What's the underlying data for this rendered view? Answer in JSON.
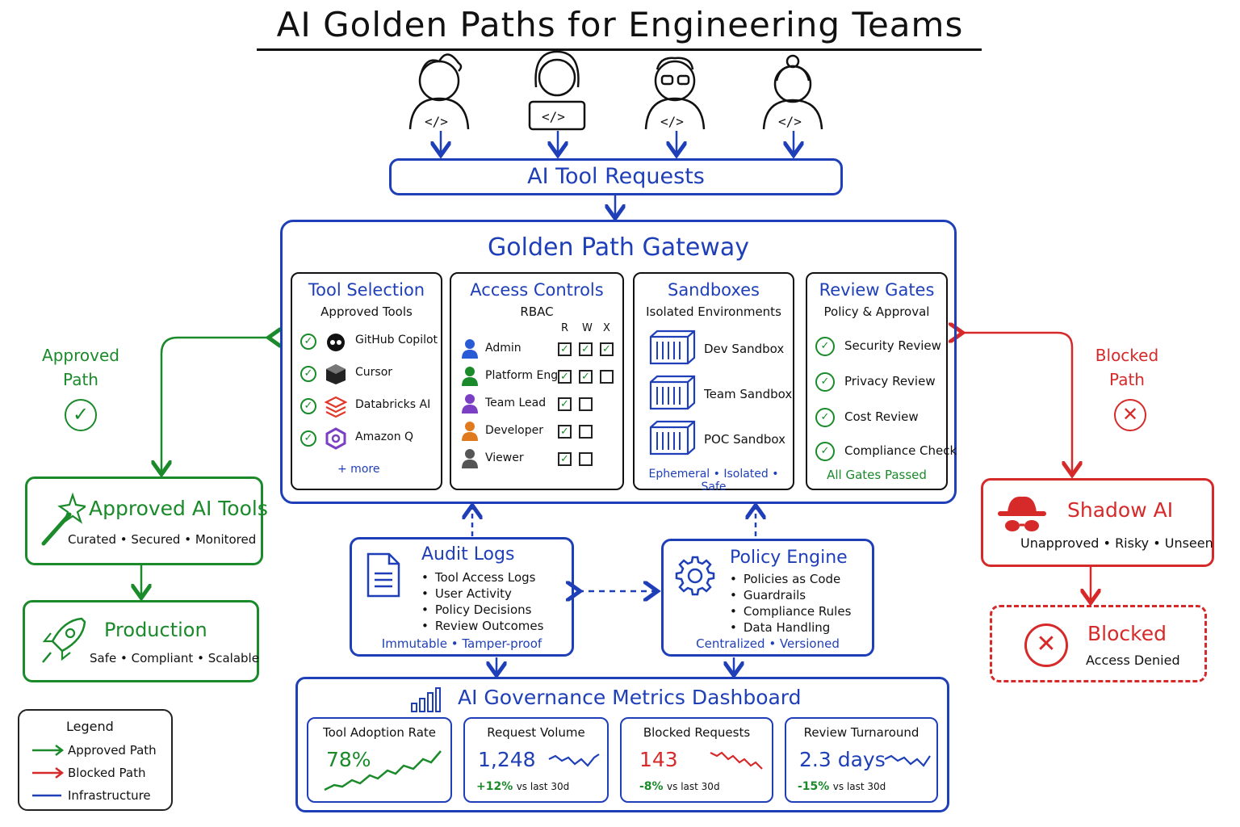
{
  "title": "AI Golden Paths for Engineering Teams",
  "requests": {
    "label": "AI Tool Requests"
  },
  "gateway": {
    "title": "Golden Path Gateway",
    "tool_selection": {
      "title": "Tool Selection",
      "subtitle": "Approved Tools",
      "tools": [
        "GitHub Copilot",
        "Cursor",
        "Databricks AI",
        "Amazon Q"
      ],
      "more": "+ more"
    },
    "access_controls": {
      "title": "Access Controls",
      "subtitle": "RBAC",
      "columns": [
        "R",
        "W",
        "X"
      ],
      "roles": [
        {
          "name": "Admin",
          "color": "#2a5bd7",
          "perms": [
            true,
            true,
            true
          ]
        },
        {
          "name": "Platform Eng",
          "color": "#1a8a2a",
          "perms": [
            true,
            true,
            false
          ]
        },
        {
          "name": "Team Lead",
          "color": "#7b3fc4",
          "perms": [
            true,
            false
          ]
        },
        {
          "name": "Developer",
          "color": "#e07a1f",
          "perms": [
            true,
            false
          ]
        },
        {
          "name": "Viewer",
          "color": "#555555",
          "perms": [
            true,
            false
          ]
        }
      ]
    },
    "sandboxes": {
      "title": "Sandboxes",
      "subtitle": "Isolated Environments",
      "items": [
        "Dev Sandbox",
        "Team Sandbox",
        "POC Sandbox"
      ],
      "footer": "Ephemeral • Isolated • Safe"
    },
    "review_gates": {
      "title": "Review Gates",
      "subtitle": "Policy & Approval",
      "items": [
        "Security Review",
        "Privacy Review",
        "Cost Review",
        "Compliance Check"
      ],
      "footer": "All Gates Passed"
    }
  },
  "approved_path": {
    "label_line1": "Approved",
    "label_line2": "Path",
    "tools_title": "Approved AI Tools",
    "tools_sub": "Curated • Secured • Monitored",
    "production_title": "Production",
    "production_sub": "Safe • Compliant • Scalable"
  },
  "blocked_path": {
    "label_line1": "Blocked",
    "label_line2": "Path",
    "shadow_title": "Shadow AI",
    "shadow_sub": "Unapproved • Risky • Unseen",
    "blocked_title": "Blocked",
    "blocked_sub": "Access Denied"
  },
  "audit_logs": {
    "title": "Audit Logs",
    "items": [
      "Tool Access Logs",
      "User Activity",
      "Policy Decisions",
      "Review Outcomes"
    ],
    "footer": "Immutable • Tamper-proof"
  },
  "policy_engine": {
    "title": "Policy Engine",
    "items": [
      "Policies as Code",
      "Guardrails",
      "Compliance Rules",
      "Data Handling"
    ],
    "footer": "Centralized • Versioned"
  },
  "dashboard": {
    "title": "AI Governance Metrics Dashboard",
    "metrics": [
      {
        "title": "Tool Adoption Rate",
        "value": "78%",
        "delta": "",
        "delta_note": ""
      },
      {
        "title": "Request Volume",
        "value": "1,248",
        "delta": "+12%",
        "delta_note": "vs last 30d"
      },
      {
        "title": "Blocked Requests",
        "value": "143",
        "delta": "-8%",
        "delta_note": "vs last 30d"
      },
      {
        "title": "Review Turnaround",
        "value": "2.3 days",
        "delta": "-15%",
        "delta_note": "vs last 30d"
      }
    ]
  },
  "legend": {
    "title": "Legend",
    "items": [
      "Approved Path",
      "Blocked Path",
      "Infrastructure"
    ]
  },
  "colors": {
    "infrastructure": "#1f3fb8",
    "approved": "#1a8a2a",
    "blocked": "#d62a2a"
  }
}
